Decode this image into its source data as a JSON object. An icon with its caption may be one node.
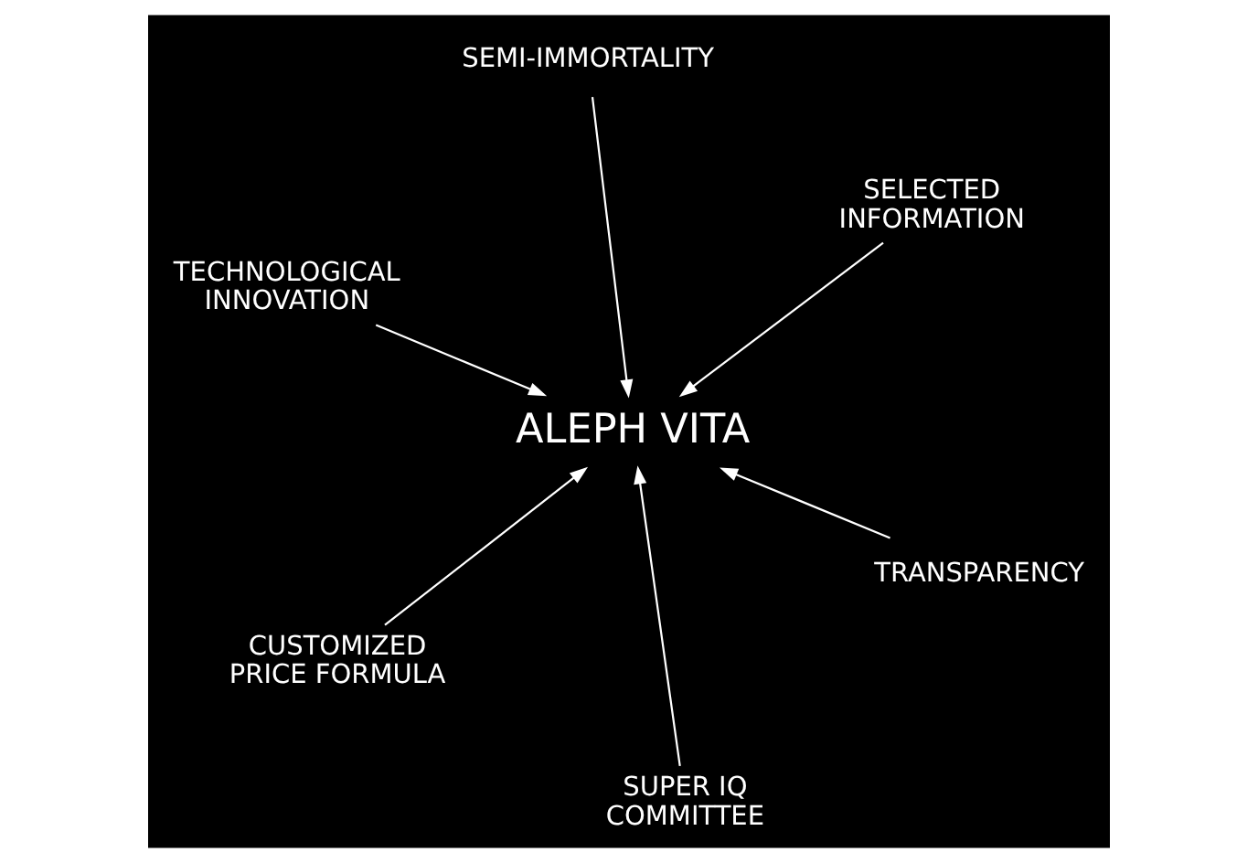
{
  "diagram": {
    "nodes": [
      {
        "text": [
          "TECHNOLOGICAL INNOVATION"
        ]
      },
      {
        "text": [
          "TRANSPARENCY"
        ]
      },
      {
        "text": [
          "SUPER IQ COMMITTEE"
        ]
      },
      {
        "text": [
          "ALEPH VITA"
        ]
      },
      {
        "text": [
          "SELECTED INFORMATION"
        ]
      },
      {
        "text": [
          "SEMI-IMMORTALITY"
        ]
      },
      {
        "text": [
          "CUSTOMIZED PRICE FORMULA"
        ]
      }
    ],
    "edges": [
      {
        "from": 0,
        "to": 3,
        "arrow": "to"
      },
      {
        "from": 1,
        "to": 3,
        "arrow": "to"
      },
      {
        "from": 2,
        "to": 3,
        "arrow": "to"
      },
      {
        "from": 4,
        "to": 3,
        "arrow": "to"
      },
      {
        "from": 5,
        "to": 3,
        "arrow": "to"
      },
      {
        "from": 6,
        "to": 3,
        "arrow": "to"
      }
    ]
  }
}
